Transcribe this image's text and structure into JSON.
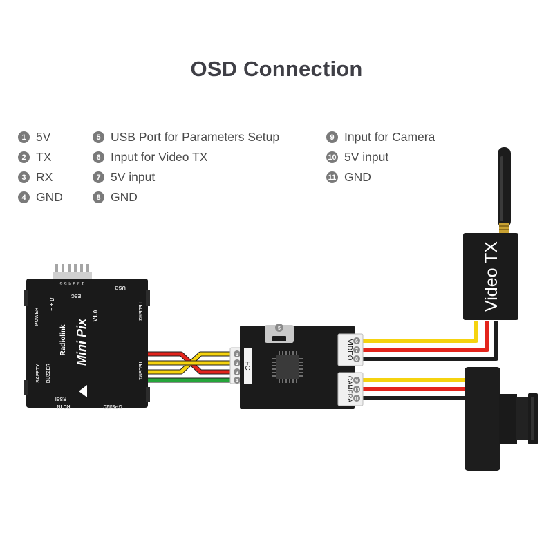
{
  "title": "OSD Connection",
  "legend": [
    [
      {
        "num": "1",
        "label": "5V"
      },
      {
        "num": "2",
        "label": "TX"
      },
      {
        "num": "3",
        "label": "RX"
      },
      {
        "num": "4",
        "label": "GND"
      }
    ],
    [
      {
        "num": "5",
        "label": "USB Port for Parameters Setup"
      },
      {
        "num": "6",
        "label": "Input for Video TX"
      },
      {
        "num": "7",
        "label": "5V input"
      },
      {
        "num": "8",
        "label": "GND"
      }
    ],
    [
      {
        "num": "9",
        "label": "Input for Camera"
      },
      {
        "num": "10",
        "label": "5V input"
      },
      {
        "num": "11",
        "label": "GND"
      }
    ]
  ],
  "flight_controller": {
    "brand": "Radiolink",
    "model": "Mini Pix",
    "version": "V1.0",
    "port_labels": {
      "esc": "ESC",
      "esc_pins": "1 2 3 4 5 6",
      "usb": "USB",
      "power": "POWER",
      "telem2": "TELEM2",
      "telem1": "TELEM1",
      "safety": "SAFETY",
      "buzzer": "BUZZER",
      "rc_in": "RC IN",
      "rssi": "RSSI",
      "gps": "GPS/I2C",
      "signal": "Л + −"
    }
  },
  "osd_board": {
    "fc_label": "FC",
    "fc_pins": [
      "1",
      "2",
      "3",
      "4"
    ],
    "usb_pin": "5",
    "video_label": "VIDEO",
    "video_pins": [
      "6",
      "7",
      "8"
    ],
    "camera_label": "CAMERA",
    "camera_pins": [
      "9",
      "10",
      "11"
    ]
  },
  "video_tx": {
    "label": "Video TX"
  },
  "colors": {
    "wire_yellow": "#f5d30f",
    "wire_red": "#e3241c",
    "wire_black": "#1e1e1e",
    "wire_green": "#25a53a",
    "board": "#1b1b1b",
    "legend_circle": "#7a7a7a"
  }
}
